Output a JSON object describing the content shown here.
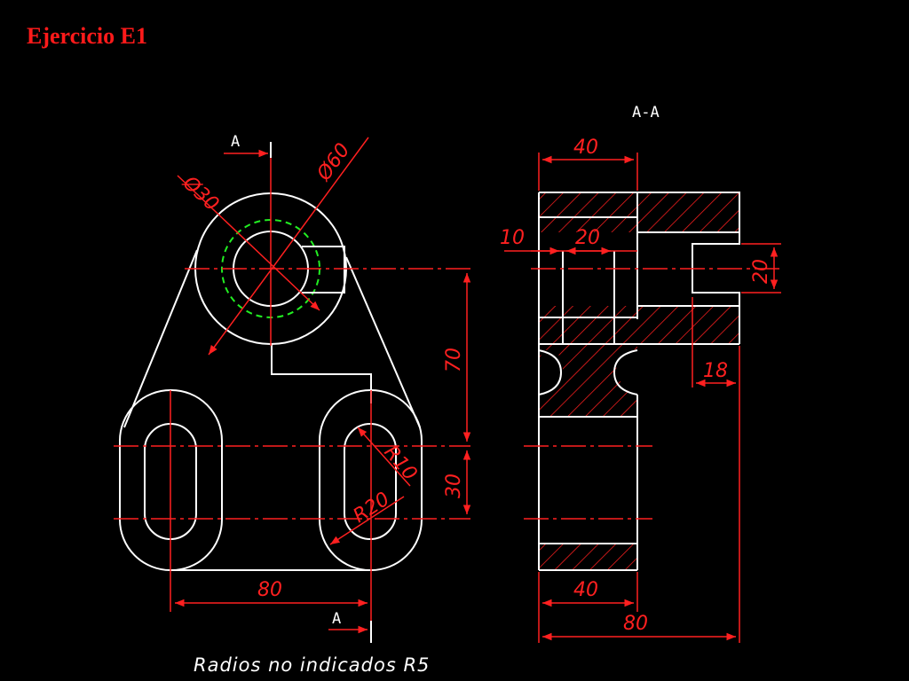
{
  "title": "Ejercicio E1",
  "section_name": "A-A",
  "section_mark": "A",
  "note": "Radios no indicados R5",
  "dimensions": {
    "diam_small": "Ø30",
    "diam_large": "Ø60",
    "height_70": "70",
    "height_30": "30",
    "width_80_front": "80",
    "radius_10": "R10",
    "radius_20": "R20",
    "section_top_40": "40",
    "section_10": "10",
    "section_20": "20",
    "section_bore_20": "20",
    "section_18": "18",
    "section_bottom_40": "40",
    "section_bottom_80": "80"
  },
  "colors": {
    "outline": "#ffffff",
    "dimension": "#ff2020",
    "hidden": "#22ee22",
    "background": "#000000"
  }
}
